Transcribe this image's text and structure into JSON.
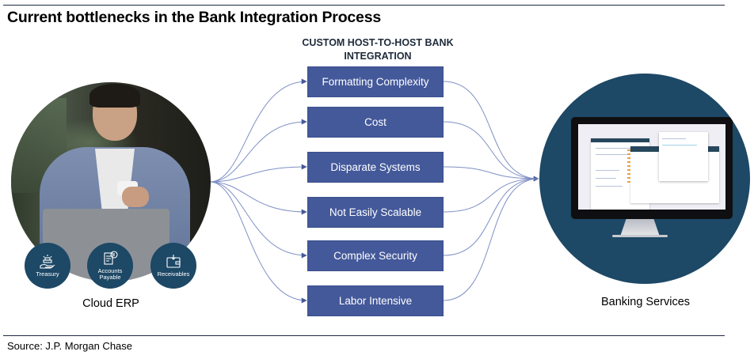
{
  "title": "Current bottlenecks in the Bank Integration Process",
  "section_heading": "CUSTOM HOST-TO-HOST BANK INTEGRATION",
  "bottlenecks": [
    {
      "label": "Formatting Complexity"
    },
    {
      "label": "Cost"
    },
    {
      "label": "Disparate Systems"
    },
    {
      "label": "Not Easily Scalable"
    },
    {
      "label": "Complex Security"
    },
    {
      "label": "Labor Intensive"
    }
  ],
  "left_node": {
    "caption": "Cloud ERP",
    "image": "person-with-laptop-photo",
    "modules": [
      {
        "label": "Treasury",
        "icon": "hand-with-gold-bars-icon"
      },
      {
        "label": "Accounts Payable",
        "icon": "invoice-dollar-icon"
      },
      {
        "label": "Receivables",
        "icon": "wallet-download-icon"
      }
    ]
  },
  "right_node": {
    "caption": "Banking Services",
    "image": "desktop-monitor-banking-app"
  },
  "source": "Source: J.P. Morgan Chase",
  "colors": {
    "box_fill": "#44599a",
    "connector": "#7f90c4",
    "navy": "#1d4866",
    "rule": "#1f2a44"
  }
}
